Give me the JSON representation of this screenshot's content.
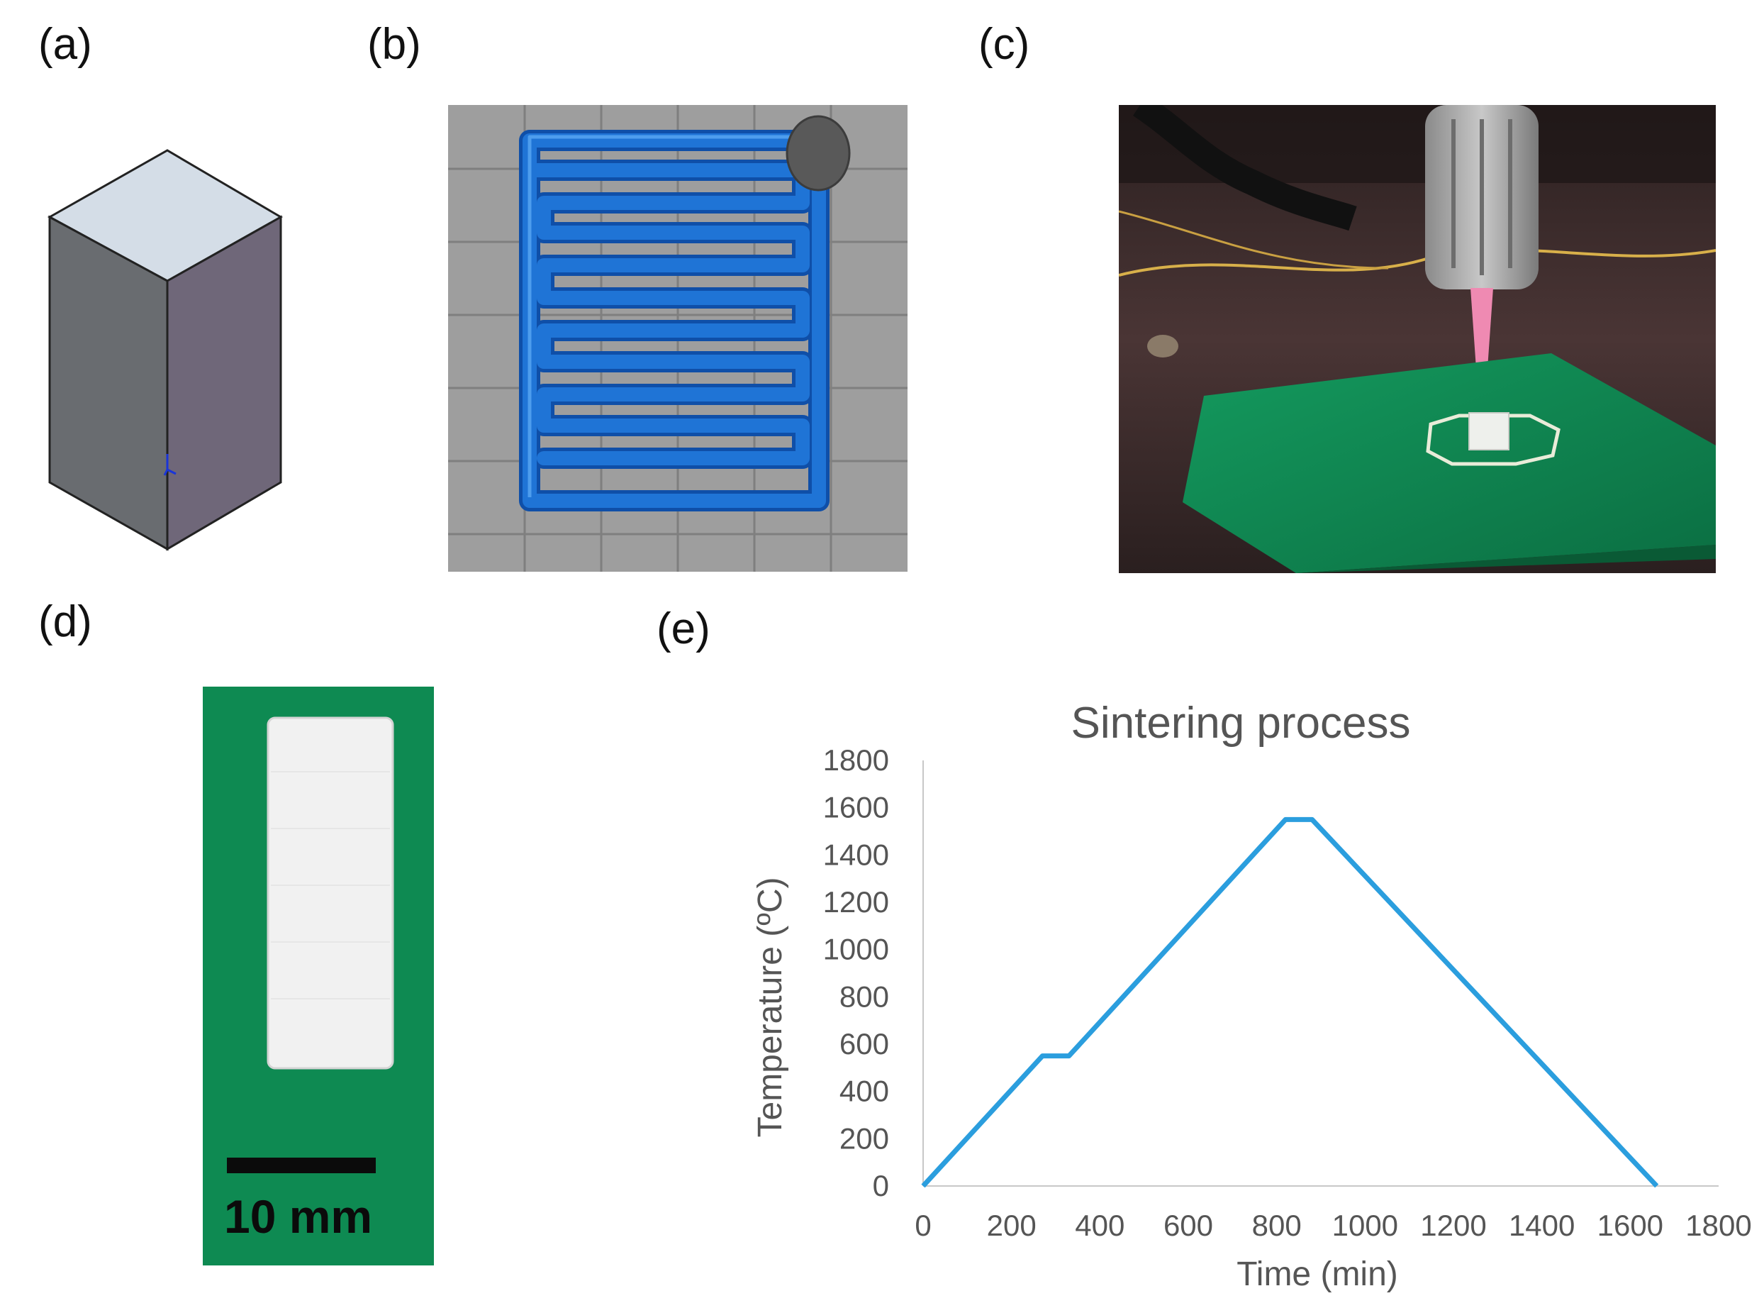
{
  "panels": {
    "a": {
      "label": "(a)"
    },
    "b": {
      "label": "(b)"
    },
    "c": {
      "label": "(c)"
    },
    "d": {
      "label": "(d)",
      "scale_bar": "10 mm"
    },
    "e": {
      "label": "(e)"
    }
  },
  "colors": {
    "toolpath": "#1f74d6",
    "grid_bg": "#9e9e9e",
    "cube_top": "#d4dde7",
    "cube_left": "#696c70",
    "cube_right": "#6f6779",
    "green_plate": "#0e8a52",
    "sample": "#f1f1f1",
    "series_line": "#2b9ede"
  },
  "chart_data": {
    "type": "line",
    "title": "Sintering process",
    "xlabel": "Time (min)",
    "ylabel": "Temperature  (ºC)",
    "xlim": [
      0,
      1800
    ],
    "ylim": [
      0,
      1800
    ],
    "xticks": [
      0,
      200,
      400,
      600,
      800,
      1000,
      1200,
      1400,
      1600,
      1800
    ],
    "yticks": [
      0,
      200,
      400,
      600,
      800,
      1000,
      1200,
      1400,
      1600,
      1800
    ],
    "grid": false,
    "series": [
      {
        "x": [
          0,
          270,
          330,
          820,
          880,
          1660
        ],
        "y": [
          0,
          550,
          550,
          1550,
          1550,
          0
        ]
      }
    ]
  }
}
